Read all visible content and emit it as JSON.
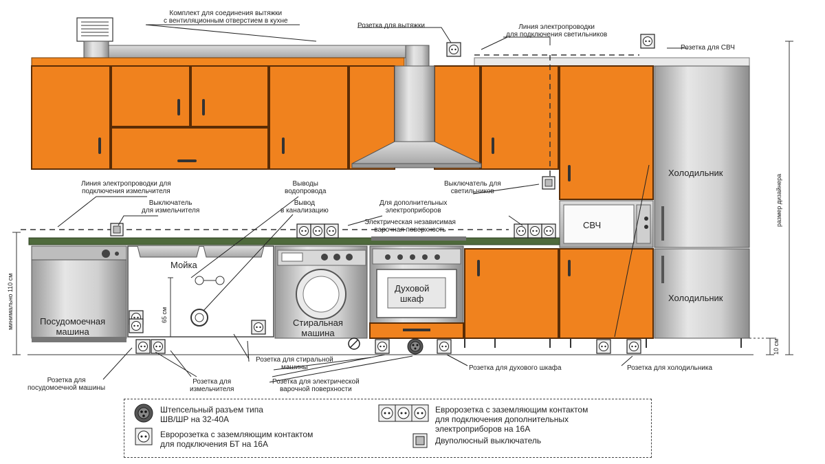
{
  "labels": {
    "vent_kit": [
      "Комплект для соединения вытяжки",
      "с вентиляционным отверстием в кухне"
    ],
    "hood_socket": "Розетка для вытяжки",
    "light_wiring": [
      "Линия электропроводки",
      "для подключения светильников"
    ],
    "microwave_socket": "Розетка для СВЧ",
    "fridge_top": "Холодильник",
    "fridge_bottom": "Холодильник",
    "designer_size": "размер дизайнера",
    "min_height": "минимально 110 см",
    "dim_10": "10 см",
    "dim_65": "65 см",
    "microwave": "СВЧ",
    "chopper_wiring": [
      "Линия электропроводки для",
      "подключения измельчителя"
    ],
    "water_outlets": [
      "Выводы",
      "водопровода"
    ],
    "light_switch": [
      "Выключатель для",
      "светильников"
    ],
    "chopper_switch": [
      "Выключатель",
      "для измельчителя"
    ],
    "drain": [
      "Вывод",
      "в канализацию"
    ],
    "extra_appliances": [
      "Для дополнительных",
      "электроприборов"
    ],
    "hob": [
      "Электрическая независимая",
      "варочная поверхность"
    ],
    "sink": "Мойка",
    "oven": [
      "Духовой",
      "шкаф"
    ],
    "dishwasher": [
      "Посудомоечная",
      "машина"
    ],
    "washer": [
      "Стиральная",
      "машина"
    ],
    "washer_socket": [
      "Розетка для стиральной",
      "машины"
    ],
    "chopper_socket": [
      "Розетка для",
      "измельчителя"
    ],
    "hob_socket": [
      "Розетка для электрической",
      "варочной поверхности"
    ],
    "oven_socket": "Розетка для духового шкафа",
    "fridge_socket": "Розетка для холодильника",
    "dishwasher_socket": [
      "Розетка для",
      "посудомоечной машины"
    ]
  },
  "legend": {
    "plug_connector": [
      "Штепсельный разъем типа",
      "ШВ/ШР на 32-40А"
    ],
    "euro_single": [
      "Евророзетка с заземляющим контактом",
      "для подключения БТ на 16А"
    ],
    "euro_triple": [
      "Евророзетка с заземляющим контактом",
      "для подключения дополнительных",
      "электроприборов на 16А"
    ],
    "bipolar_switch": "Двуполюсный выключатель"
  },
  "colors": {
    "cabinet": "#f0821e",
    "cabinet_edge": "#7a3a08",
    "countertop": "#4f6a3c",
    "metal": "#c8c8c8"
  }
}
